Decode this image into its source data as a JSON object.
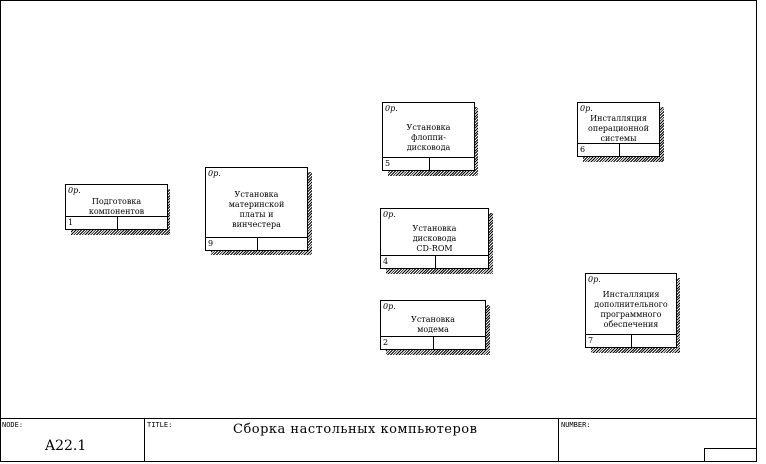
{
  "diagram": {
    "boxes": [
      {
        "id": "b1",
        "cost": "0р.",
        "label": "Подготовка\nкомпонентов",
        "number": "1"
      },
      {
        "id": "b9",
        "cost": "0р.",
        "label": "Установка\nматеринской\nплаты и\nвинчестера",
        "number": "9"
      },
      {
        "id": "b5",
        "cost": "0р.",
        "label": "Установка\nфлоппи-\nдисковода",
        "number": "5"
      },
      {
        "id": "b4",
        "cost": "0р.",
        "label": "Установка\nдисковода\nCD-ROM",
        "number": "4"
      },
      {
        "id": "b2",
        "cost": "0р.",
        "label": "Установка\nмодема",
        "number": "2"
      },
      {
        "id": "b6",
        "cost": "0р.",
        "label": "Инсталляция\nоперационной\nсистемы",
        "number": "6"
      },
      {
        "id": "b7",
        "cost": "0р.",
        "label": "Инсталляция\nдополнительного\nпрограммного\nобеспечения",
        "number": "7"
      }
    ]
  },
  "title_block": {
    "node_label": "NODE:",
    "node_value": "A22.1",
    "title_label": "TITLE:",
    "title_value": "Сборка настольных компьютеров",
    "number_label": "NUMBER:"
  }
}
